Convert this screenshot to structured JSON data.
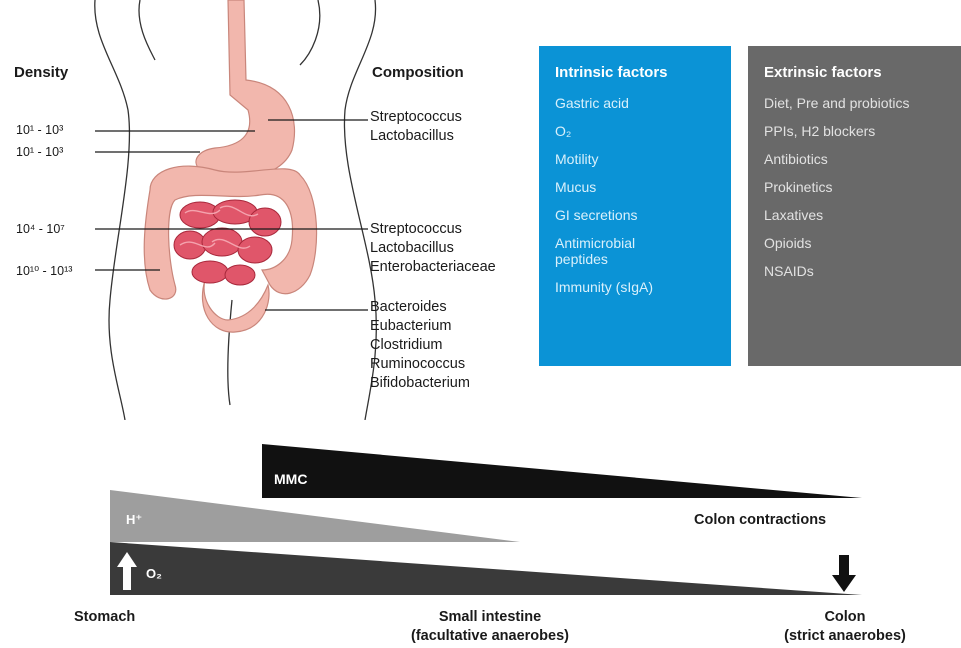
{
  "headers": {
    "density": "Density",
    "composition": "Composition"
  },
  "density_labels": [
    "10¹ - 10³",
    "10¹ - 10³",
    "10⁴ - 10⁷",
    "10¹⁰ - 10¹³"
  ],
  "composition_groups": [
    [
      "Streptococcus",
      "Lactobacillus"
    ],
    [
      "Streptococcus",
      "Lactobacillus",
      "Enterobacteriaceae"
    ],
    [
      "Bacteroides",
      "Eubacterium",
      "Clostridium",
      "Ruminococcus",
      "Bifidobacterium"
    ]
  ],
  "intrinsic": {
    "title": "Intrinsic factors",
    "items": [
      "Gastric acid",
      "O₂",
      "Motility",
      "Mucus",
      "GI secretions",
      "Antimicrobial peptides",
      "Immunity (sIgA)"
    ],
    "color": "#0b93d6"
  },
  "extrinsic": {
    "title": "Extrinsic factors",
    "items": [
      "Diet, Pre and probiotics",
      "PPIs, H2 blockers",
      "Antibiotics",
      "Prokinetics",
      "Laxatives",
      "Opioids",
      "NSAIDs"
    ],
    "color": "#696969"
  },
  "gradients": {
    "mmc": "MMC",
    "h_plus": "H⁺",
    "o2": "O₂",
    "colon_contractions": "Colon contractions"
  },
  "axis": {
    "stomach": "Stomach",
    "small_intestine": "Small intestine",
    "small_intestine_sub": "(facultative anaerobes)",
    "colon": "Colon",
    "colon_sub": "(strict anaerobes)"
  },
  "colors": {
    "gut_pink": "#f2b7ad",
    "intestine_red": "#e0566a",
    "mmc": "#111111",
    "h_plus": "#9e9e9e",
    "o2": "#3a3a3a"
  }
}
